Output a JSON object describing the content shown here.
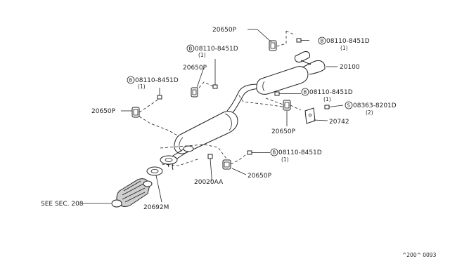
{
  "labels": {
    "p20650_top": "20650P",
    "p20650_upper_mid": "20650P",
    "p20650_left": "20650P",
    "p20650_right": "20650P",
    "p20650_lower": "20650P",
    "p20100": "20100",
    "p20742": "20742",
    "p20020": "20020AA",
    "p20692": "20692M",
    "see_sec": "SEE SEC. 208",
    "bolt_top_right": "08110-8451D",
    "bolt_top_right_qty": "(1)",
    "bolt_upper_mid": "08110-8451D",
    "bolt_upper_mid_qty": "(1)",
    "bolt_left": "08110-8451D",
    "bolt_left_qty": "(1)",
    "bolt_mid_right": "08110-8451D",
    "bolt_mid_right_qty": "(1)",
    "screw_right": "08363-8201D",
    "screw_right_qty": "(2)",
    "bolt_lower": "08110-8451D",
    "bolt_lower_qty": "(1)",
    "circle_b": "B",
    "circle_s": "S",
    "footer_code": "^200^ 0093"
  }
}
